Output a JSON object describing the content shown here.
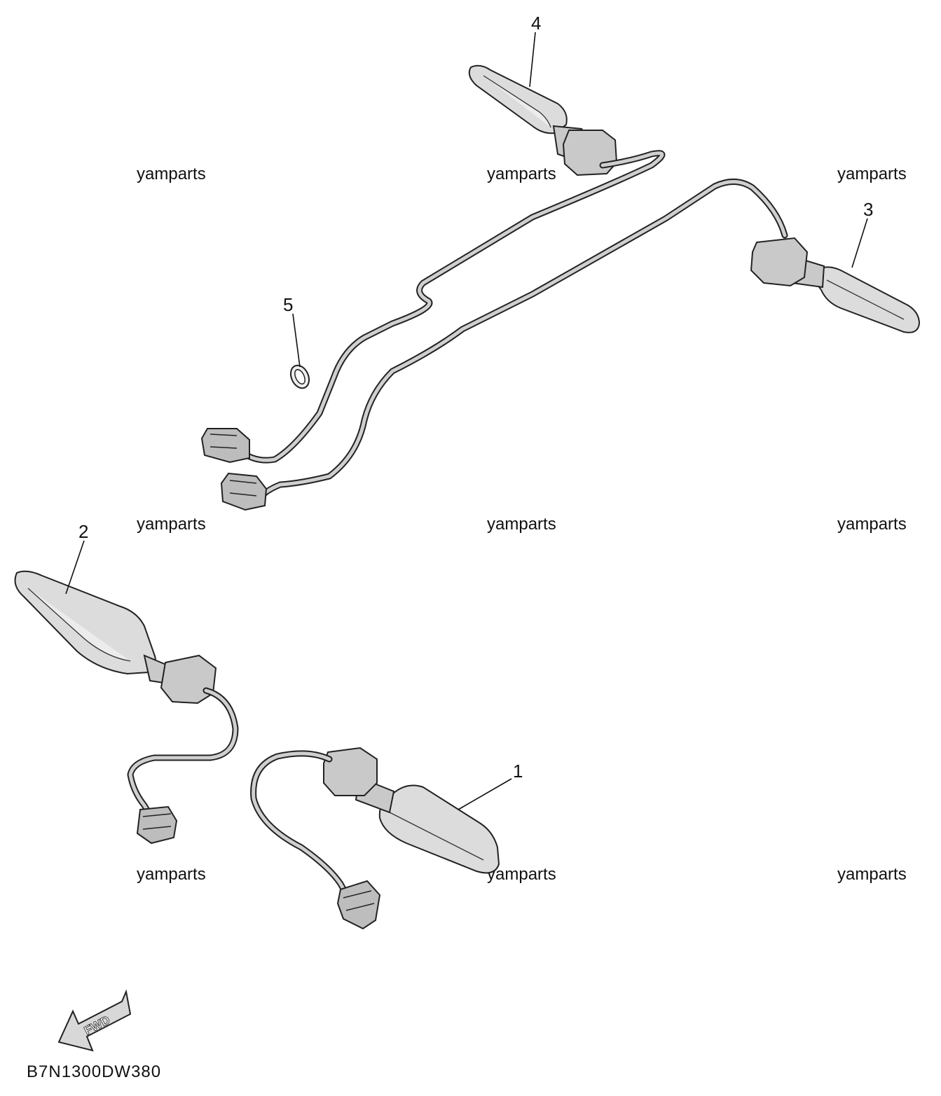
{
  "watermark": "yamparts",
  "callouts": {
    "p1": "1",
    "p2": "2",
    "p3": "3",
    "p4": "4",
    "p5": "5"
  },
  "direction_label": "FWD",
  "diagram_code": "B7N1300DW380",
  "colors": {
    "line": "#222222",
    "fill": "#dcdcdc",
    "background": "#ffffff"
  }
}
